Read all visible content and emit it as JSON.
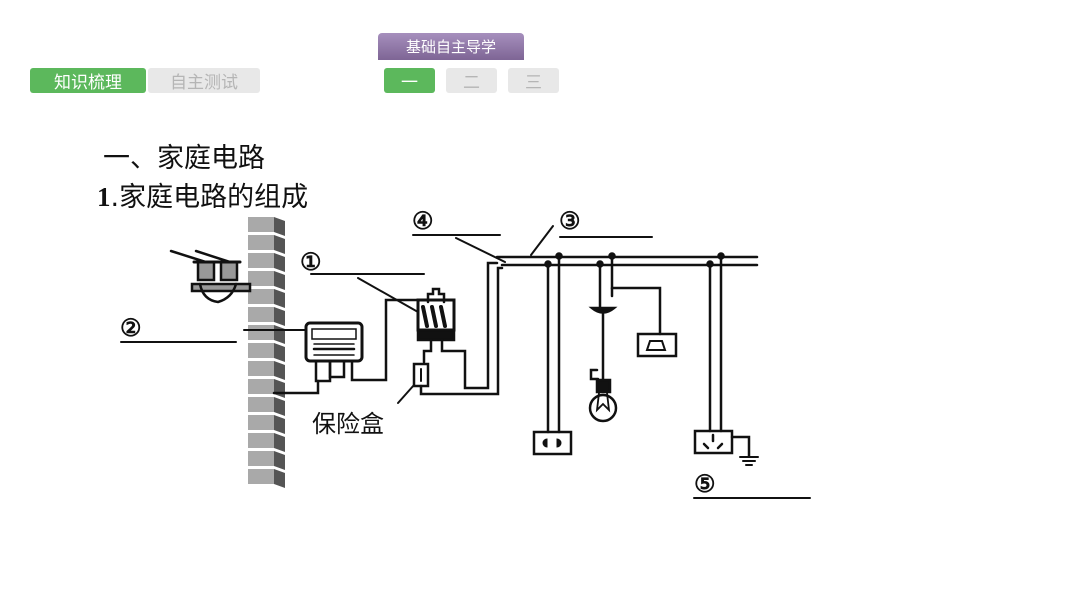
{
  "header": {
    "section_badge": "基础自主导学"
  },
  "left_tabs": [
    {
      "label": "知识梳理",
      "active": true
    },
    {
      "label": "自主测试",
      "active": false
    }
  ],
  "page_tabs": [
    {
      "label": "一",
      "active": true
    },
    {
      "label": "二",
      "active": false
    },
    {
      "label": "三",
      "active": false
    }
  ],
  "content": {
    "heading": "一、家庭电路",
    "subheading_num": "1",
    "subheading_text": ".家庭电路的组成"
  },
  "diagram": {
    "labels": {
      "one": "①",
      "two": "②",
      "three": "③",
      "four": "④",
      "five": "⑤",
      "fuse_box": "保险盒"
    },
    "colors": {
      "line": "#111111",
      "wall_face": "#a9a9a9",
      "wall_side": "#555555"
    }
  }
}
